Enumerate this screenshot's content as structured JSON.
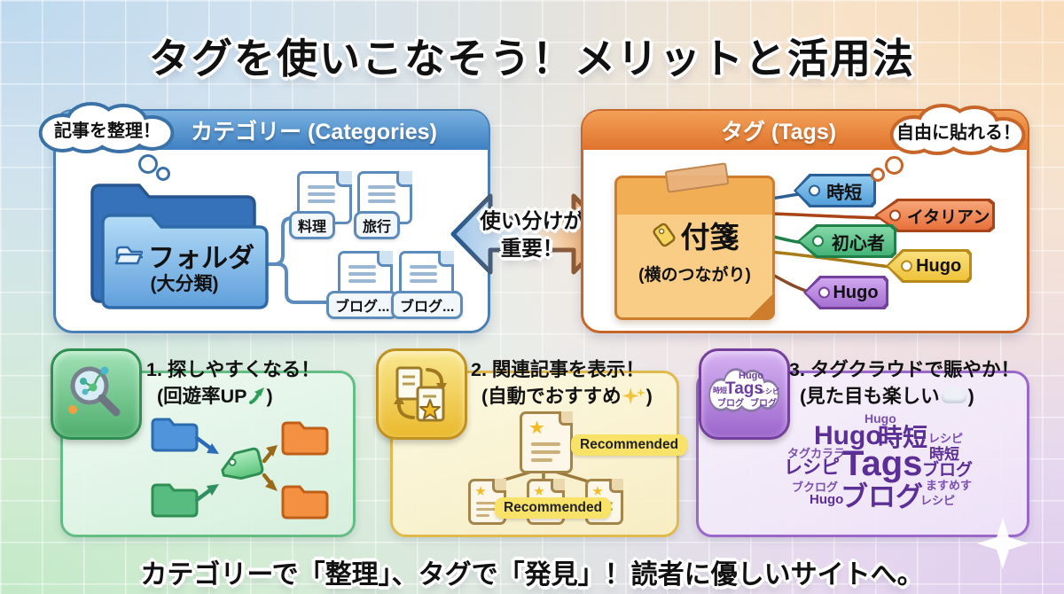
{
  "title": "タグを使いこなそう！メリットと活用法",
  "footer": "カテゴリーで「整理」、タグで「発見」！読者に優しいサイトへ。",
  "categories": {
    "header": "カテゴリー (Categories)",
    "bubble": "記事を整理！",
    "folder_label": "フォルダ",
    "folder_sublabel": "(大分類)",
    "docs": [
      {
        "label": "料理"
      },
      {
        "label": "旅行"
      },
      {
        "label": "ブログ..."
      },
      {
        "label": "ブログ..."
      }
    ]
  },
  "center_arrow": {
    "line1": "使い分けが",
    "line2": "重要！"
  },
  "tags": {
    "header": "タグ (Tags)",
    "bubble": "自由に貼れる！",
    "note_label": "付箋",
    "note_sublabel": "(横のつながり)",
    "items": [
      {
        "label": "時短",
        "color": "#54a0da"
      },
      {
        "label": "イタリアン",
        "color": "#e8703c"
      },
      {
        "label": "初心者",
        "color": "#44b276"
      },
      {
        "label": "Hugo",
        "color": "#efc23a"
      },
      {
        "label": "Hugo",
        "color": "#a671d2"
      }
    ]
  },
  "benefits": [
    {
      "number": "1.",
      "title": "探しやすくなる！",
      "subtitle_prefix": "(回遊率UP",
      "subtitle_suffix": ")"
    },
    {
      "number": "2.",
      "title": "関連記事を表示！",
      "subtitle_prefix": "(自動でおすすめ",
      "subtitle_suffix": ")"
    },
    {
      "number": "3.",
      "title": "タグクラウドで賑やか！",
      "subtitle_prefix": "(見た目も楽しい",
      "subtitle_suffix": ")"
    }
  ],
  "recommended_label": "Recommended",
  "icon_cloud": {
    "top": "Hugo",
    "center": "Tags",
    "left": "時短",
    "right": "レシピ",
    "bottom_left": "ブログ",
    "bottom_right": "ブログ"
  },
  "tag_cloud": [
    {
      "text": "Hugo"
    },
    {
      "text": "Hugo"
    },
    {
      "text": "時短"
    },
    {
      "text": "レシピ"
    },
    {
      "text": "タグカララ"
    },
    {
      "text": "時短"
    },
    {
      "text": "レシピ"
    },
    {
      "text": "Tags"
    },
    {
      "text": "ブログ"
    },
    {
      "text": "ブクログ"
    },
    {
      "text": "ますめす"
    },
    {
      "text": "Hugo"
    },
    {
      "text": "ブログ"
    },
    {
      "text": "レシピ"
    }
  ],
  "colors": {
    "accent_blue": "#4a7fb5",
    "accent_orange": "#c8662a",
    "accent_green": "#2f8f52",
    "accent_yellow": "#c09020",
    "accent_purple": "#74409c"
  }
}
